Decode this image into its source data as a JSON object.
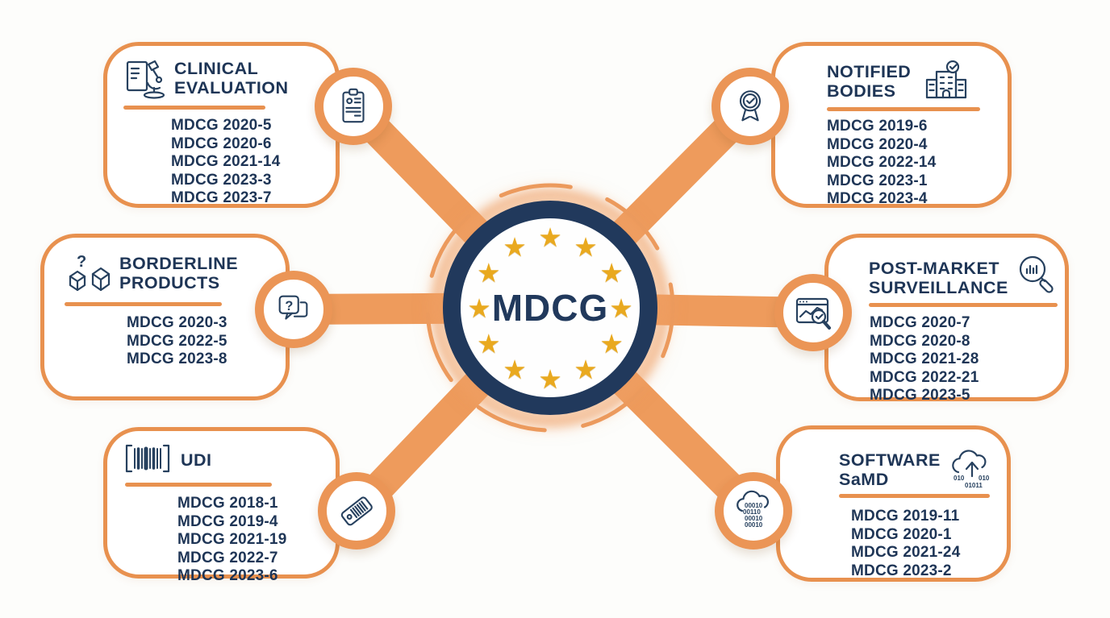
{
  "center": {
    "label": "MDCG",
    "star_count": 12
  },
  "colors": {
    "orange_border": "#E8914F",
    "orange_connector": "#EE9B5C",
    "navy": "#1E3556",
    "gold": "#E9A91F",
    "background": "#FDFDFB",
    "card_background": "#FFFFFF"
  },
  "icons": {
    "star_glyph": "★",
    "question_mark": "?",
    "samd_cloud_binary": [
      "010",
      "010",
      "01011"
    ],
    "node_cloud_binary": [
      "00010",
      "00110",
      "00010",
      "00010"
    ]
  },
  "categories": [
    {
      "id": "clinical-evaluation",
      "title_lines": [
        "CLINICAL",
        "EVALUATION"
      ],
      "header_icon": "document-microscope-icon",
      "node_icon": "clipboard-person-icon",
      "codes": [
        "MDCG 2020-5",
        "MDCG 2020-6",
        "MDCG 2021-14",
        "MDCG 2023-3",
        "MDCG 2023-7"
      ]
    },
    {
      "id": "notified-bodies",
      "title_lines": [
        "NOTIFIED",
        "BODIES"
      ],
      "header_icon": "building-check-icon",
      "node_icon": "award-ribbon-icon",
      "codes": [
        "MDCG 2019-6",
        "MDCG 2020-4",
        "MDCG 2022-14",
        "MDCG 2023-1",
        "MDCG 2023-4"
      ]
    },
    {
      "id": "borderline-products",
      "title_lines": [
        "BORDERLINE",
        "PRODUCTS"
      ],
      "header_icon": "boxes-question-icon",
      "node_icon": "question-bubbles-icon",
      "codes": [
        "MDCG 2020-3",
        "MDCG 2022-5",
        "MDCG 2023-8"
      ]
    },
    {
      "id": "post-market-surveillance",
      "title_lines": [
        "POST-MARKET",
        "SURVEILLANCE"
      ],
      "header_icon": "magnifier-chart-icon",
      "node_icon": "browser-chart-magnifier-icon",
      "codes": [
        "MDCG 2020-7",
        "MDCG 2020-8",
        "MDCG 2021-28",
        "MDCG 2022-21",
        "MDCG 2023-5"
      ]
    },
    {
      "id": "udi",
      "title_lines": [
        "UDI"
      ],
      "header_icon": "barcode-icon",
      "node_icon": "tag-barcode-icon",
      "codes": [
        "MDCG 2018-1",
        "MDCG 2019-4",
        "MDCG 2021-19",
        "MDCG 2022-7",
        "MDCG 2023-6"
      ]
    },
    {
      "id": "software-samd",
      "title_lines": [
        "SOFTWARE",
        "SaMD"
      ],
      "header_icon": "cloud-upload-icon",
      "node_icon": "cloud-binary-icon",
      "codes": [
        "MDCG 2019-11",
        "MDCG 2020-1",
        "MDCG 2021-24",
        "MDCG 2023-2"
      ]
    }
  ]
}
